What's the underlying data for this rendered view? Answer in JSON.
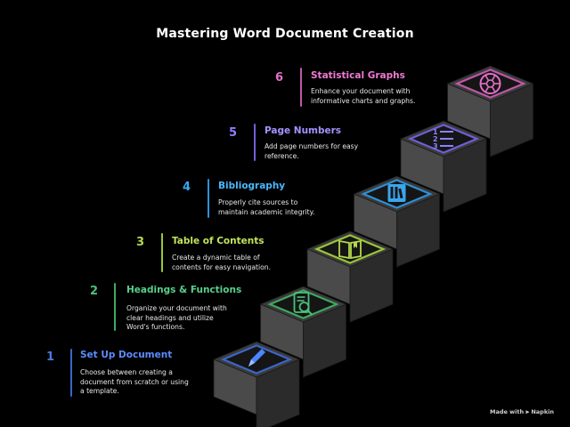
{
  "title": "Mastering Word Document Creation",
  "footer": "Made with ⫸ Napkin",
  "colors": {
    "step1": "#3b66c8",
    "step2": "#3fa860",
    "step3": "#9bc63a",
    "step4": "#2f8fd6",
    "step5": "#6f5fd8",
    "step6": "#c058a8",
    "riser": "#4a4a4a",
    "tread": "#3a3a3a",
    "side": "#2b2b2b"
  },
  "steps": [
    {
      "number": "1",
      "title": "Set Up Document",
      "description": "Choose between creating a\ndocument from scratch or using\na template.",
      "icon": "pencil-icon"
    },
    {
      "number": "2",
      "title": "Headings & Functions",
      "description": "Organize your document with\nclear headings and utilize\nWord's functions.",
      "icon": "document-search-icon"
    },
    {
      "number": "3",
      "title": "Table of Contents",
      "description": "Create a dynamic table of\ncontents for easy navigation.",
      "icon": "book-icon"
    },
    {
      "number": "4",
      "title": "Bibliography",
      "description": "Properly cite sources to\nmaintain academic integrity.",
      "icon": "library-books-icon"
    },
    {
      "number": "5",
      "title": "Page Numbers",
      "description": "Add page numbers for easy\nreference.",
      "icon": "numbered-list-icon"
    },
    {
      "number": "6",
      "title": "Statistical Graphs",
      "description": "Enhance your document with\ninformative charts and graphs.",
      "icon": "pie-chart-icon"
    }
  ]
}
